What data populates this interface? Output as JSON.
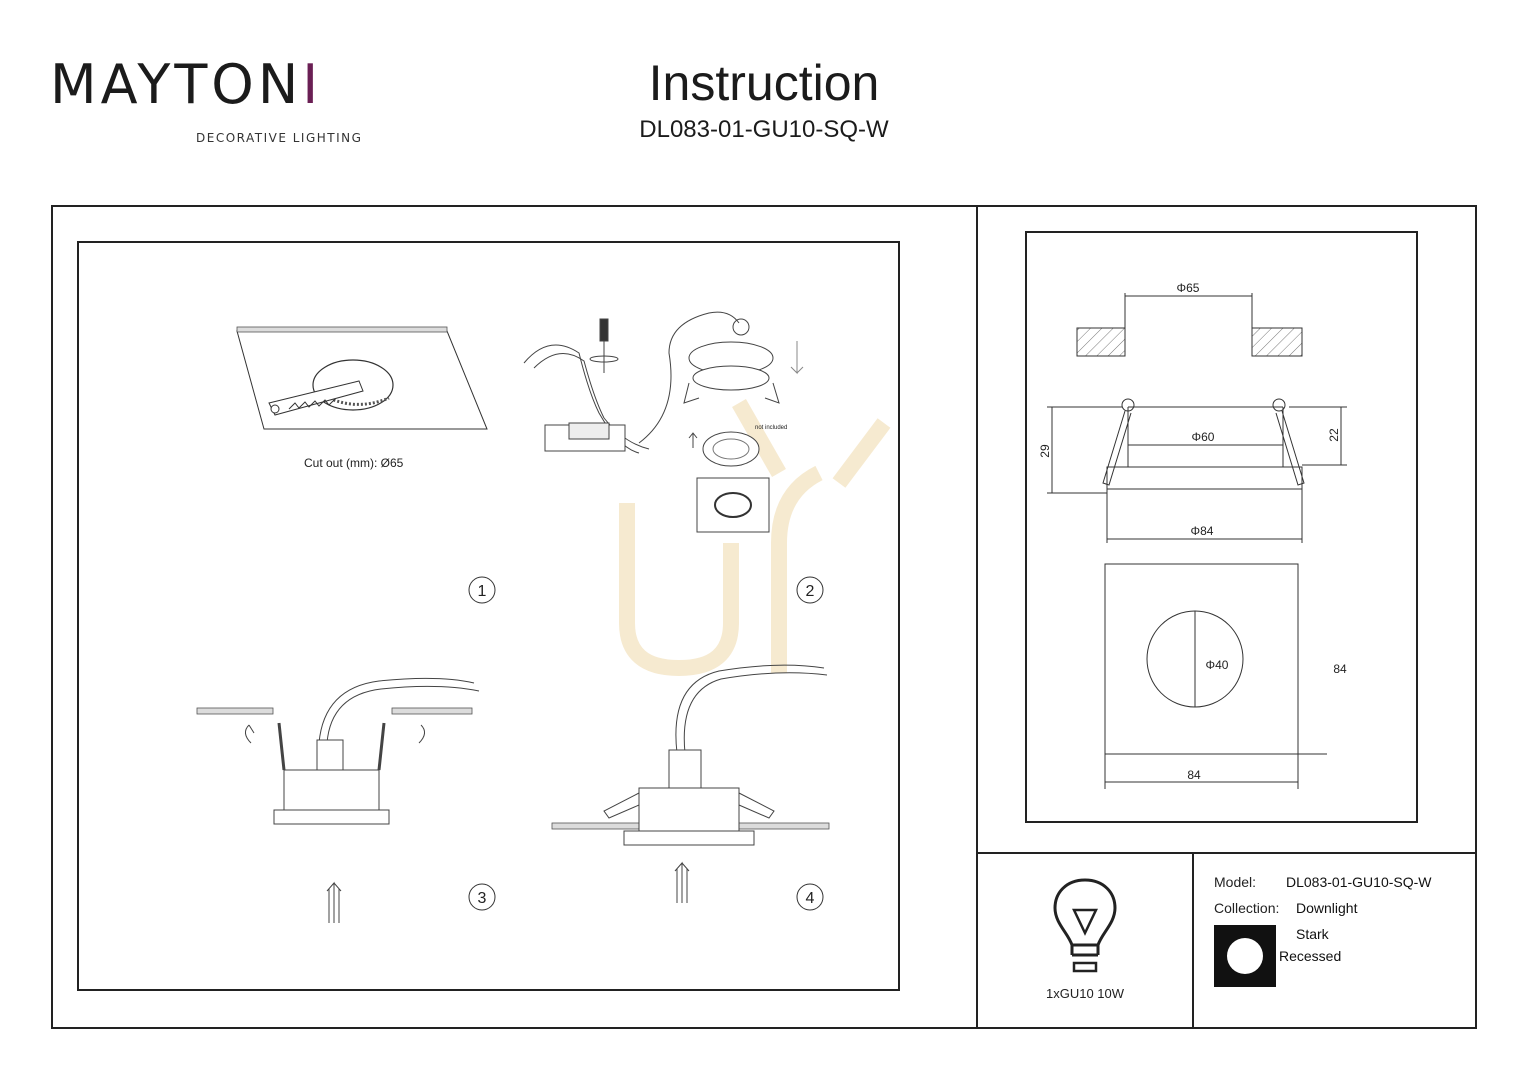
{
  "brand": {
    "logo_text": "MAYTONI",
    "tagline": "DECORATIVE LIGHTING",
    "accent_color": "#6a1f54"
  },
  "header": {
    "title": "Instruction",
    "model_code": "DL083-01-GU10-SQ-W"
  },
  "steps": {
    "step1": {
      "number": "1",
      "cutout_label": "Cut out (mm): Ø65"
    },
    "step2": {
      "number": "2",
      "note": "not included"
    },
    "step3": {
      "number": "3"
    },
    "step4": {
      "number": "4"
    }
  },
  "dimensions": {
    "cutout": "Φ65",
    "inner_diameter": "Φ60",
    "height_total": "29",
    "height_spring": "22",
    "outer_diameter": "Φ84",
    "aperture": "Φ40",
    "square_height": "84",
    "square_width": "84"
  },
  "lamp": {
    "label": "1xGU10 10W"
  },
  "specs": {
    "model_label": "Model:",
    "model_value": "DL083-01-GU10-SQ-W",
    "collection_label": "Collection:",
    "collection_value": "Downlight",
    "series_value": "Stark",
    "type_value": "Recessed"
  }
}
